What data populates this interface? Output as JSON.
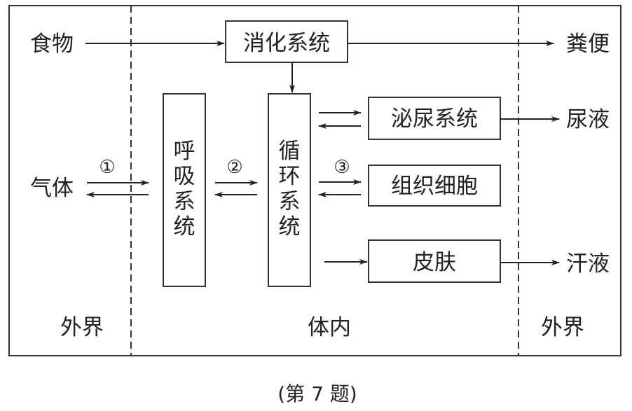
{
  "diagram": {
    "zones": {
      "left_outside": "外界",
      "inside": "体内",
      "right_outside": "外界"
    },
    "inputs": {
      "food": "食物",
      "gas": "气体"
    },
    "outputs": {
      "feces": "粪便",
      "urine": "尿液",
      "sweat": "汗液"
    },
    "boxes": {
      "digestive": "消化系统",
      "respiratory": [
        "呼",
        "吸",
        "系",
        "统"
      ],
      "circulatory": [
        "循",
        "环",
        "系",
        "统"
      ],
      "urinary": "泌尿系统",
      "tissue": "组织细胞",
      "skin": "皮肤"
    },
    "markers": {
      "m1": "①",
      "m2": "②",
      "m3": "③"
    },
    "caption": "(第 7 题)"
  }
}
